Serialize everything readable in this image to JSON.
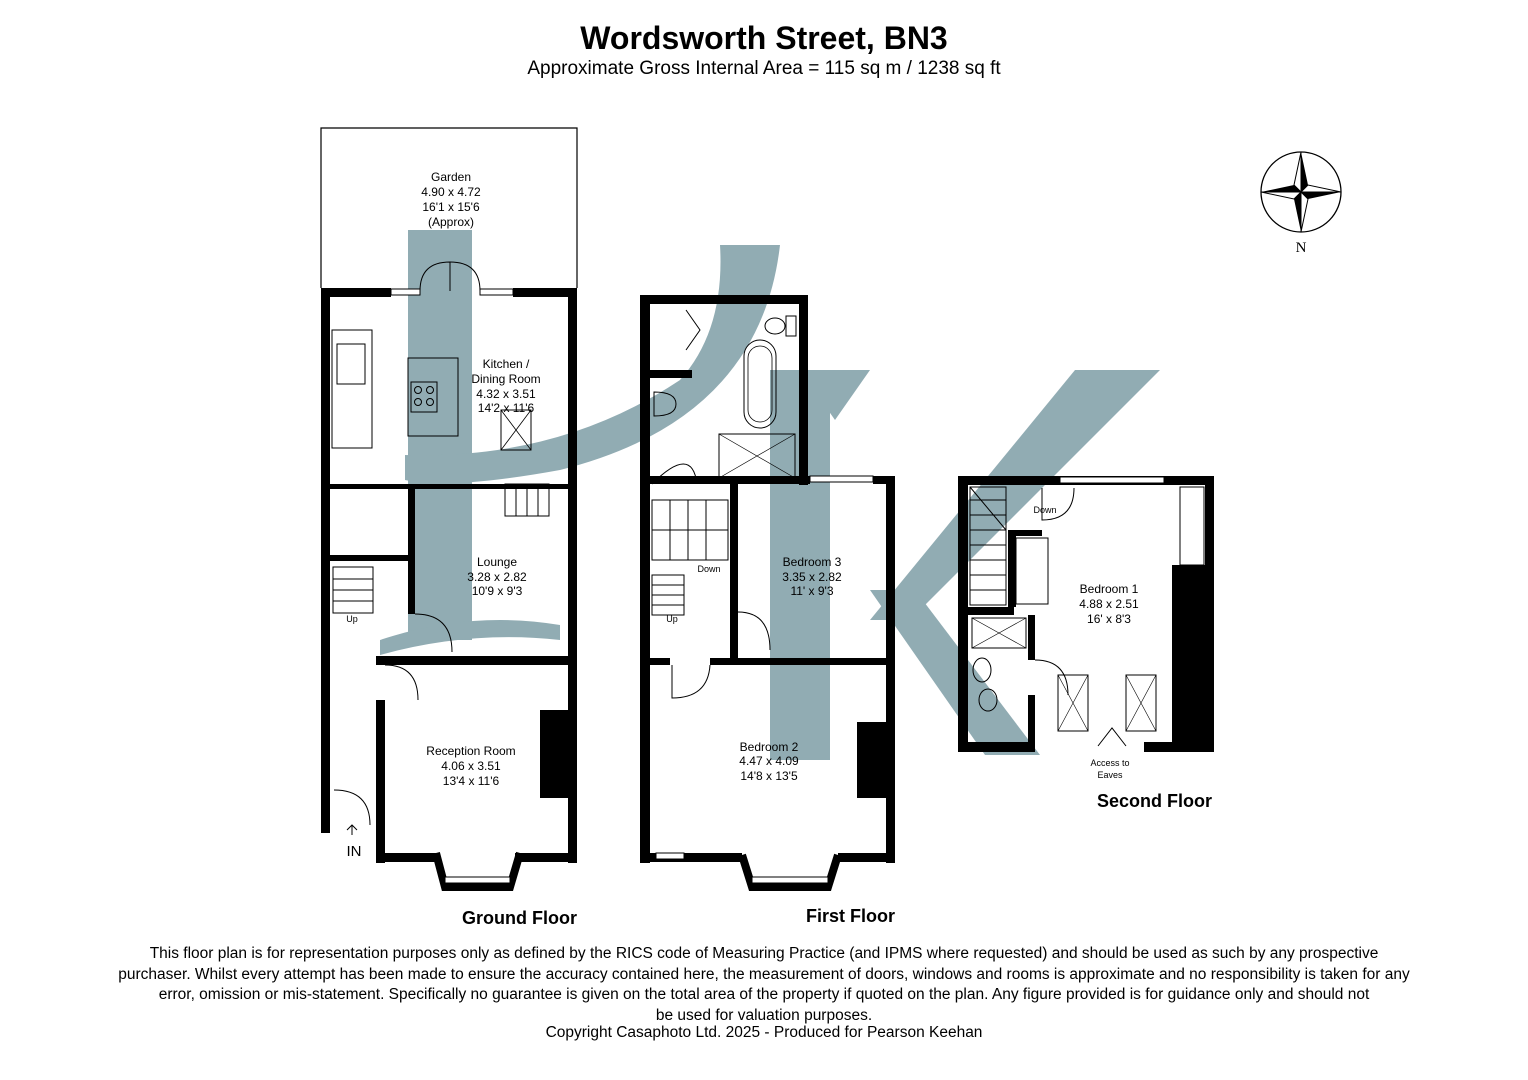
{
  "header": {
    "title": "Wordsworth Street, BN3",
    "subtitle": "Approximate Gross Internal Area = 115 sq m / 1238 sq ft"
  },
  "compass": {
    "label": "N"
  },
  "rooms": {
    "garden": {
      "name": "Garden",
      "metric": "4.90 x 4.72",
      "imperial": "16'1 x 15'6",
      "note": "(Approx)"
    },
    "kitchen": {
      "name_line1": "Kitchen /",
      "name_line2": "Dining Room",
      "metric": "4.32 x 3.51",
      "imperial": "14'2 x 11'6"
    },
    "lounge": {
      "name": "Lounge",
      "metric": "3.28 x 2.82",
      "imperial": "10'9 x 9'3"
    },
    "reception": {
      "name": "Reception Room",
      "metric": "4.06 x 3.51",
      "imperial": "13'4 x 11'6"
    },
    "bedroom3": {
      "name": "Bedroom 3",
      "metric": "3.35 x 2.82",
      "imperial": "11' x 9'3"
    },
    "bedroom2": {
      "name": "Bedroom 2",
      "metric": "4.47 x 4.09",
      "imperial": "14'8 x 13'5"
    },
    "bedroom1": {
      "name": "Bedroom 1",
      "metric": "4.88 x 2.51",
      "imperial": "16' x 8'3"
    }
  },
  "markers": {
    "entrance": "IN",
    "up_ground": "Up",
    "up_first": "Up",
    "down_first": "Down",
    "down_second": "Down",
    "eaves_line1": "Access to",
    "eaves_line2": "Eaves"
  },
  "floors": {
    "ground": "Ground Floor",
    "first": "First Floor",
    "second": "Second Floor"
  },
  "footer": {
    "disclaimer_line1": "This floor plan is for representation purposes only as defined by the RICS code of Measuring Practice (and IPMS where requested) and should be used as such by any prospective",
    "disclaimer_line2": "purchaser. Whilst every attempt has been made to ensure the accuracy contained here, the measurement of doors, windows and rooms is approximate and no responsibility is taken for any",
    "disclaimer_line3": "error, omission or mis-statement. Specifically no guarantee is given on the total area of the property if quoted on the plan. Any figure provided is for guidance only and should not",
    "disclaimer_line4": "be used for valuation purposes.",
    "copyright": "Copyright Casaphoto Ltd. 2025 - Produced for Pearson Keehan"
  },
  "colors": {
    "wall": "#000000",
    "watermark": "#7e9ea6",
    "background": "#ffffff"
  }
}
